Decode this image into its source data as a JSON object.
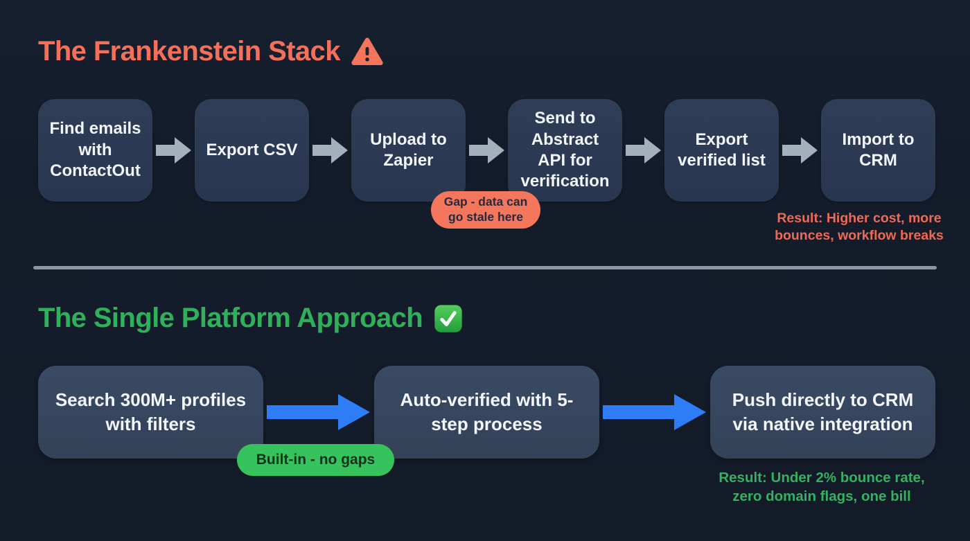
{
  "frankenstein": {
    "title": "The Frankenstein Stack",
    "title_icon": "warning-triangle-icon",
    "steps": [
      {
        "label": "Find emails with ContactOut"
      },
      {
        "label": "Export CSV"
      },
      {
        "label": "Upload to Zapier"
      },
      {
        "label": "Send to Abstract API for verification"
      },
      {
        "label": "Export verified list"
      },
      {
        "label": "Import to CRM"
      }
    ],
    "gap_badge": "Gap - data can go stale here",
    "result": "Result: Higher cost, more bounces, workflow breaks"
  },
  "single_platform": {
    "title": "The Single Platform Approach",
    "title_icon": "green-check-icon",
    "steps": [
      {
        "label": "Search 300M+ profiles with filters"
      },
      {
        "label": "Auto-verified with 5-step process"
      },
      {
        "label": "Push directly to CRM via native integration"
      }
    ],
    "builtin_badge": "Built-in - no gaps",
    "result": "Result: Under 2% bounce rate, zero domain flags, one bill"
  },
  "colors": {
    "background": "#141c2b",
    "coral_accent": "#f4705a",
    "green_accent": "#2fb05a",
    "coral_badge_bg": "#f4765c",
    "green_badge_bg": "#36c35e",
    "gray_arrow": "#a5b0bd",
    "blue_arrow": "#2e7cf6",
    "step_box_row1": "#2c3a53",
    "step_box_row2": "#36455e",
    "divider": "#8d96a4",
    "step_text": "#f2f5fa",
    "coral_result_text": "#ef6a55",
    "green_result_text": "#34b160"
  }
}
